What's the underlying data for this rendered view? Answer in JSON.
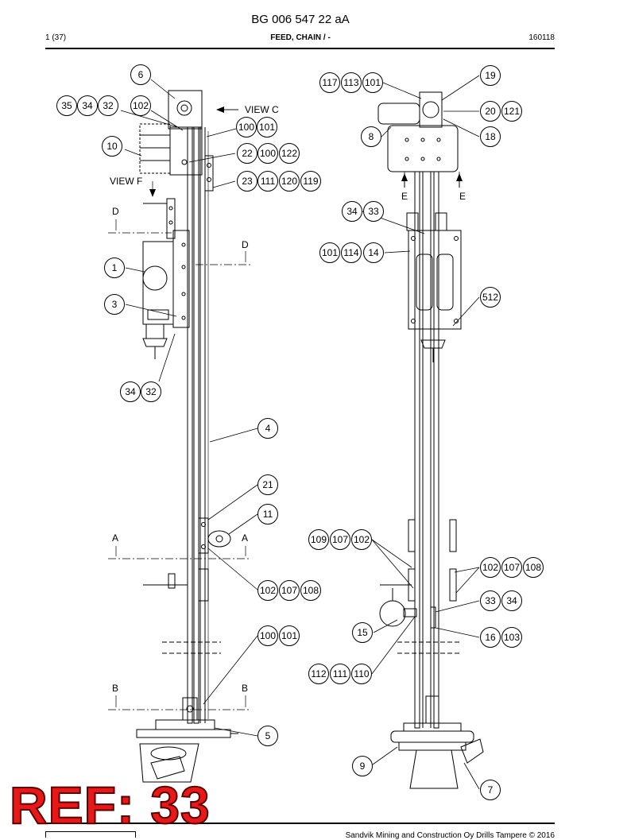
{
  "header": {
    "doc_number": "BG 006 547 22 aA",
    "page": "1 (37)",
    "title": "FEED, CHAIN / -",
    "date_code": "160118"
  },
  "footer": {
    "copyright": "Sandvik Mining and Construction Oy Drills Tampere © 2016"
  },
  "overlay": {
    "ref_label": "REF: 33"
  },
  "view_labels": {
    "view_c": "VIEW C",
    "view_f": "VIEW F",
    "d": "D",
    "a": "A",
    "b": "B",
    "e": "E"
  },
  "callouts": {
    "c6": "6",
    "c35": "35",
    "c34": "34",
    "c32": "32",
    "c102": "102",
    "c100": "100",
    "c101": "101",
    "c10": "10",
    "c22": "22",
    "c122": "122",
    "c23": "23",
    "c111": "111",
    "c120": "120",
    "c119": "119",
    "c1": "1",
    "c3": "3",
    "c4": "4",
    "c21": "21",
    "c11": "11",
    "c107": "107",
    "c108": "108",
    "c5": "5",
    "c117": "117",
    "c113": "113",
    "c19": "19",
    "c8": "8",
    "c20": "20",
    "c121": "121",
    "c18": "18",
    "c33": "33",
    "c114": "114",
    "c14": "14",
    "c512": "512",
    "c109": "109",
    "c15": "15",
    "c16": "16",
    "c103": "103",
    "c112": "112",
    "c110": "110",
    "c9": "9",
    "c7": "7"
  }
}
